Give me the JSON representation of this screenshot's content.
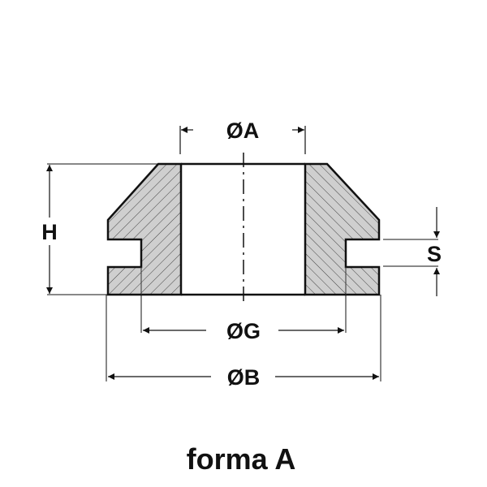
{
  "labels": {
    "dim_a": "ØA",
    "dim_g": "ØG",
    "dim_b": "ØB",
    "dim_h": "H",
    "dim_s": "S"
  },
  "caption": "forma A",
  "colors": {
    "section_fill": "#cfcfcf",
    "line": "#111111"
  }
}
